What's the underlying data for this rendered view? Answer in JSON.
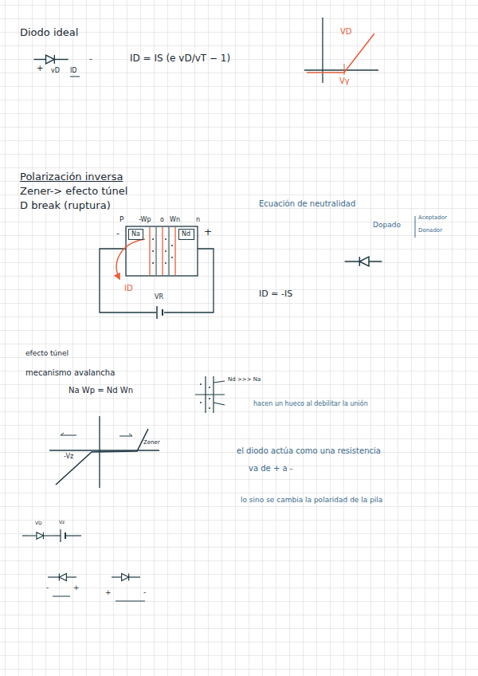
{
  "diagram": {
    "title": "Diodo ideal",
    "nodes": [
      {
        "text": [
          "Na"
        ]
      },
      {
        "text": [
          "Nd"
        ]
      }
    ],
    "labels": [
      "+",
      "vD",
      "ID",
      "-",
      "ID = IS (e vD/vT − 1)",
      "VD",
      "Vγ",
      "Polarización inversa",
      "Zener-> efecto túnel",
      "D break (ruptura)",
      "P",
      "-Wp",
      "o",
      "Wn",
      "n",
      "-",
      "+",
      "ID",
      "VR",
      "Ecuación de neutralidad",
      "Dopado",
      "Aceptador",
      "Donador",
      "ID ≃ -IS",
      "efecto túnel",
      "mecanismo avalancha",
      "Na Wp = Nd Wn",
      "Nd >>> Na",
      "hacen un hueco al debilitar la unión",
      "-Vz",
      "Zener",
      "el diodo actúa como una resistencia",
      "va de + a -",
      "lo sino se cambia la polaridad de la pila",
      "VD",
      "Vz",
      "-",
      "+",
      "+",
      "-"
    ]
  }
}
